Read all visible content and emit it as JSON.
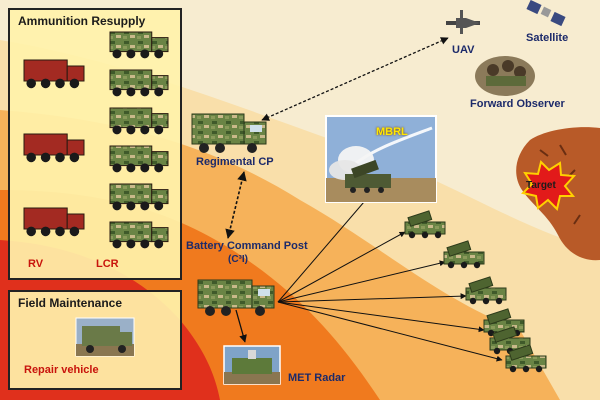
{
  "ammo_panel": {
    "title": "Ammunition Resupply",
    "rv_label": "RV",
    "lcr_label": "LCR"
  },
  "maintenance_panel": {
    "title": "Field Maintenance",
    "vehicle_label": "Repair vehicle"
  },
  "nodes": {
    "regimental_cp": "Regimental CP",
    "battery_cp_line1": "Battery Command Post",
    "battery_cp_line2": "(C³I)",
    "met_radar": "MET Radar",
    "mbrl": "MBRL",
    "uav": "UAV",
    "satellite": "Satellite",
    "forward_observer": "Forward Observer",
    "target": "Target"
  },
  "colors": {
    "red_zone": "#e0301c",
    "orange_zone": "#f07a1e",
    "light_orange_zone": "#f6b25a",
    "pale_zone": "#f9dfaa",
    "terrain": "#b85a28",
    "vehicle_green": "#5d7a3a",
    "vehicle_red": "#a32a22",
    "target_burst": "#e21a1a"
  }
}
